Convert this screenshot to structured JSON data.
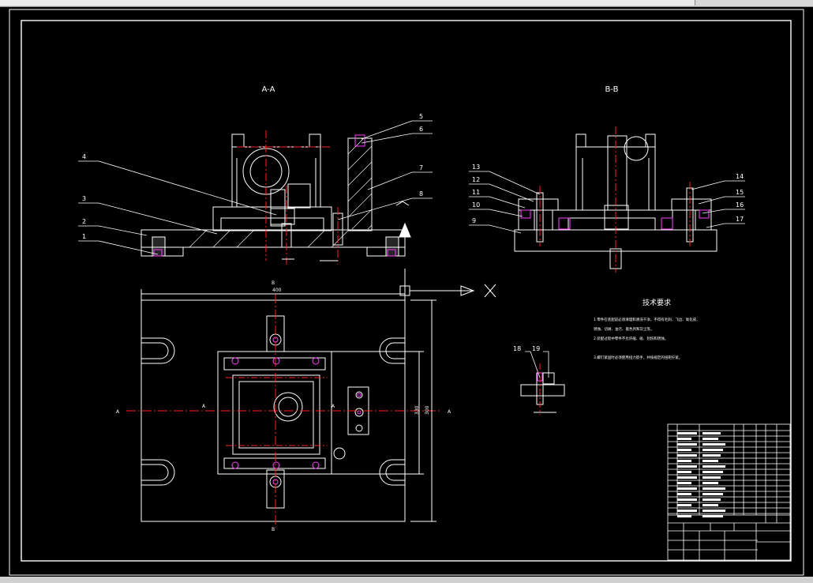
{
  "views": {
    "section_a_title": "A-A",
    "section_b_title": "B-B"
  },
  "callouts_a": [
    "1",
    "2",
    "3",
    "4",
    "5",
    "6",
    "7",
    "8"
  ],
  "callouts_b": [
    "9",
    "10",
    "11",
    "12",
    "13",
    "14",
    "15",
    "16",
    "17"
  ],
  "callouts_detail": [
    "18",
    "19"
  ],
  "plan_view": {
    "width_dim": "400",
    "height_dim_1": "330",
    "height_dim_2": "300",
    "section_marks": [
      "A",
      "A",
      "A",
      "A",
      "B",
      "B"
    ]
  },
  "axis_label": "X",
  "tech_requirements": {
    "title": "技术要求",
    "items": [
      "1.零件在装配前必须清理和清洗干净，不得有毛刺、飞边、氧化皮、",
      "锈蚀、切屑、油污、着色剂和灰尘等。",
      "2.装配过程中零件不允许磕、碰、划伤和锈蚀。",
      "3.螺钉紧固时必须使用扭力扳手，并按规定的扭矩拧紧。"
    ]
  },
  "colors": {
    "background": "#000000",
    "line": "#ffffff",
    "centerline": "#ff2020",
    "accent": "#ff40ff",
    "leader": "#ffffff"
  }
}
